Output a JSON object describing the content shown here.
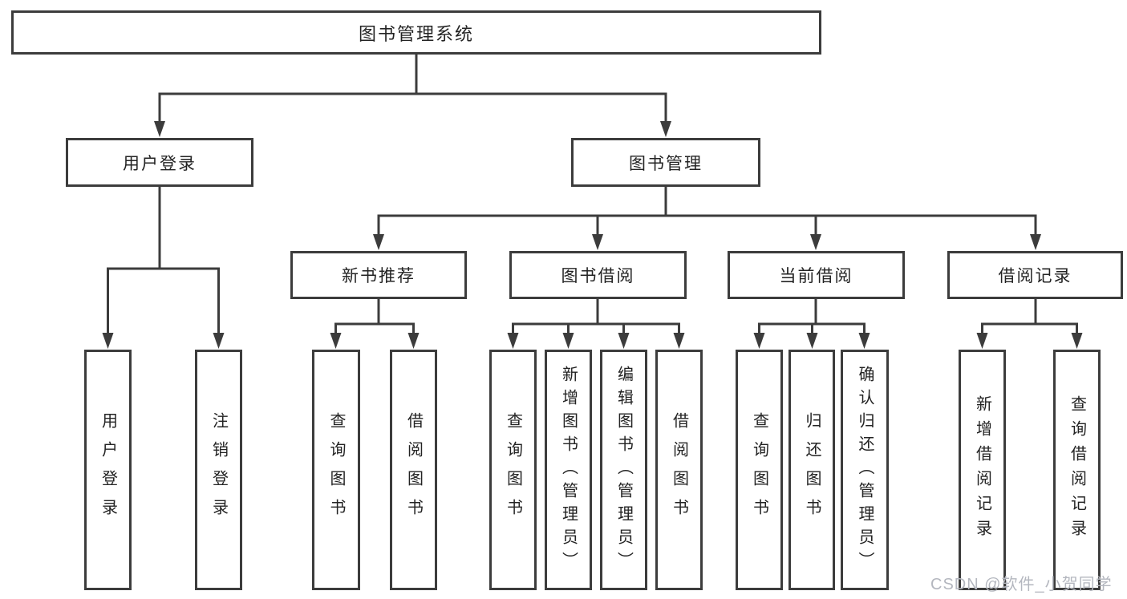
{
  "diagram": {
    "watermark": "CSDN @软件_小贺同学",
    "colors": {
      "line": "#3c3c3c",
      "box_border": "#3c3c3c",
      "text": "#232323",
      "background": "#ffffff",
      "watermark": "#b4b7bf"
    },
    "root": {
      "label": "图书管理系统"
    },
    "branches": [
      {
        "label": "用户登录",
        "children": [
          {
            "label": "用户登录"
          },
          {
            "label": "注销登录"
          }
        ]
      },
      {
        "label": "图书管理",
        "children": [
          {
            "label": "新书推荐",
            "children": [
              {
                "label": "查询图书"
              },
              {
                "label": "借阅图书"
              }
            ]
          },
          {
            "label": "图书借阅",
            "children": [
              {
                "label": "查询图书"
              },
              {
                "label": "新增图书（管理员）"
              },
              {
                "label": "编辑图书（管理员）"
              },
              {
                "label": "借阅图书"
              }
            ]
          },
          {
            "label": "当前借阅",
            "children": [
              {
                "label": "查询图书"
              },
              {
                "label": "归还图书"
              },
              {
                "label": "确认归还（管理员）"
              }
            ]
          },
          {
            "label": "借阅记录",
            "children": [
              {
                "label": "新增借阅记录"
              },
              {
                "label": "查询借阅记录"
              }
            ]
          }
        ]
      }
    ]
  }
}
